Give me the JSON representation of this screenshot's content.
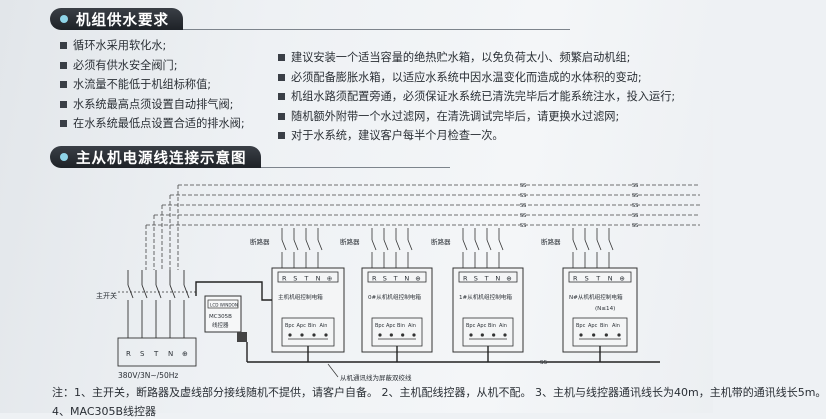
{
  "section1": {
    "title": "机组供水要求"
  },
  "left_notes": [
    "循环水采用软化水;",
    "必须有供水安全阀门;",
    "水流量不能低于机组标称值;",
    "水系统最高点须设置自动排气阀;",
    "在水系统最低点设置合适的排水阀;"
  ],
  "right_notes": [
    "建议安装一个适当容量的绝热贮水箱，以免负荷太小、频繁启动机组;",
    "必须配备膨胀水箱，以适应水系统中因水温变化而造成的水体积的变动;",
    "机组水路须配置旁通，必须保证水系统已清洗完毕后才能系统注水，投入运行;",
    "随机额外附带一个水过滤网，在清洗调试完毕后，请更换水过滤网;",
    "对于水系统，建议客户每半个月检查一次。"
  ],
  "section2": {
    "title": "主从机电源线连接示意图"
  },
  "diagram": {
    "main_switch": "主开关",
    "breaker": "断路器",
    "power_spec": "380V/3N~/50Hz",
    "terminals": [
      "R",
      "S",
      "T",
      "N",
      "⊕"
    ],
    "signal_terminals": [
      "Bpc",
      "Apc",
      "Bin",
      "Ain"
    ],
    "controller": {
      "lcd": "LCD WINDON",
      "model": "MC305B",
      "label": "线控器"
    },
    "units": [
      {
        "name": "主机机组控制电箱"
      },
      {
        "name": "0#从机机组控制电箱"
      },
      {
        "name": "1#从机机组控制电箱"
      },
      {
        "name": "N#从机机组控制电箱",
        "sub": "(N≤14)"
      }
    ],
    "cable_note": "从机通讯线为屏蔽双绞线",
    "break_mark": "SS"
  },
  "footnote": {
    "line1": "注：1、主开关，断路器及虚线部分接线随机不提供，请客户自备。  2、主机配线控器，从机不配。  3、主机与线控器通讯线长为40m，主机带的通讯线长5m。",
    "line2": "4、MAC305B线控器"
  }
}
